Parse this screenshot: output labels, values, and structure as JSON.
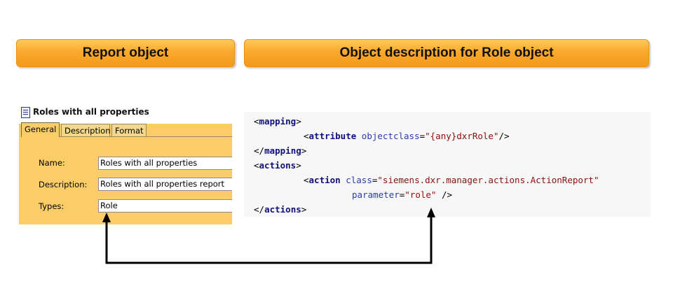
{
  "banners": {
    "left": "Report object",
    "right": "Object description for Role object"
  },
  "panel": {
    "title": "Roles with all properties",
    "tabs": [
      "General",
      "Description",
      "Format"
    ],
    "fields": [
      {
        "label": "Name:",
        "value": "Roles with all properties"
      },
      {
        "label": "Description:",
        "value": "Roles with all properties report"
      },
      {
        "label": "Types:",
        "value": "Role"
      }
    ]
  },
  "code": {
    "l1_open": "<",
    "l1_tag": "mapping",
    "l1_close": ">",
    "l2_open": "<",
    "l2_tag": "attribute",
    "l2_attr": "objectclass",
    "l2_eq": "=",
    "l2_val": "\"{any}dxrRole\"",
    "l2_close": "/>",
    "l3_open": "</",
    "l3_tag": "mapping",
    "l3_close": ">",
    "l4_open": "<",
    "l4_tag": "actions",
    "l4_close": ">",
    "l5_open": "<",
    "l5_tag": "action",
    "l5_attr": "class",
    "l5_eq": "=",
    "l5_val": "\"siemens.dxr.manager.actions.ActionReport\"",
    "l6_attr": "parameter",
    "l6_eq": "=",
    "l6_val": "\"role\"",
    "l6_close": "/>",
    "l7_open": "</",
    "l7_tag": "actions",
    "l7_close": ">"
  },
  "colors": {
    "banner": "#f9a92c",
    "panel": "#fbcd69",
    "arrow": "#000000"
  }
}
